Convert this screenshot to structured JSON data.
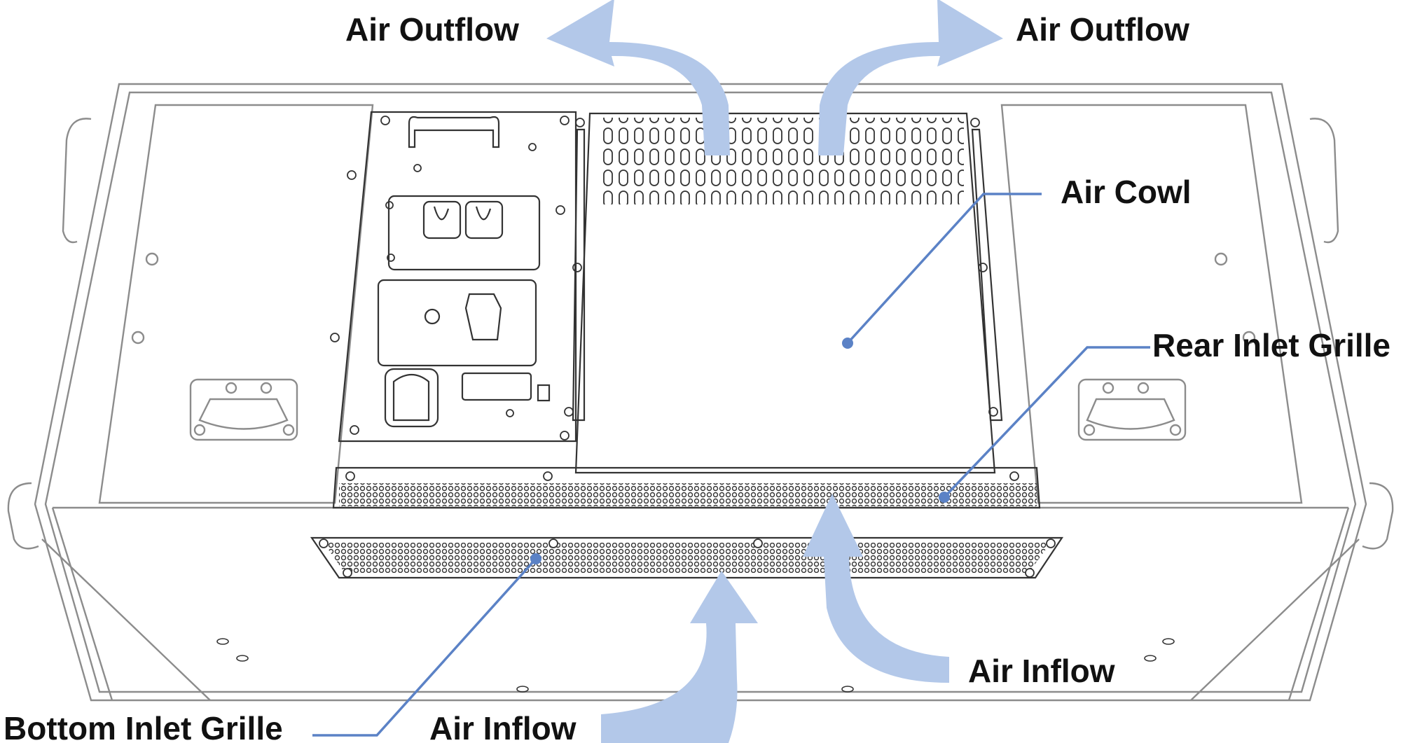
{
  "labels": {
    "air_outflow_left": "Air Outflow",
    "air_outflow_right": "Air Outflow",
    "air_cowl": "Air Cowl",
    "rear_inlet_grille": "Rear Inlet Grille",
    "air_inflow_right": "Air Inflow",
    "bottom_inlet_grille": "Bottom Inlet Grille",
    "air_inflow_bottom": "Air Inflow"
  },
  "colors": {
    "arrow": "#b3c8e9",
    "leader": "#5b82c6",
    "outline": "#8c8c8c",
    "detail": "#333333"
  }
}
